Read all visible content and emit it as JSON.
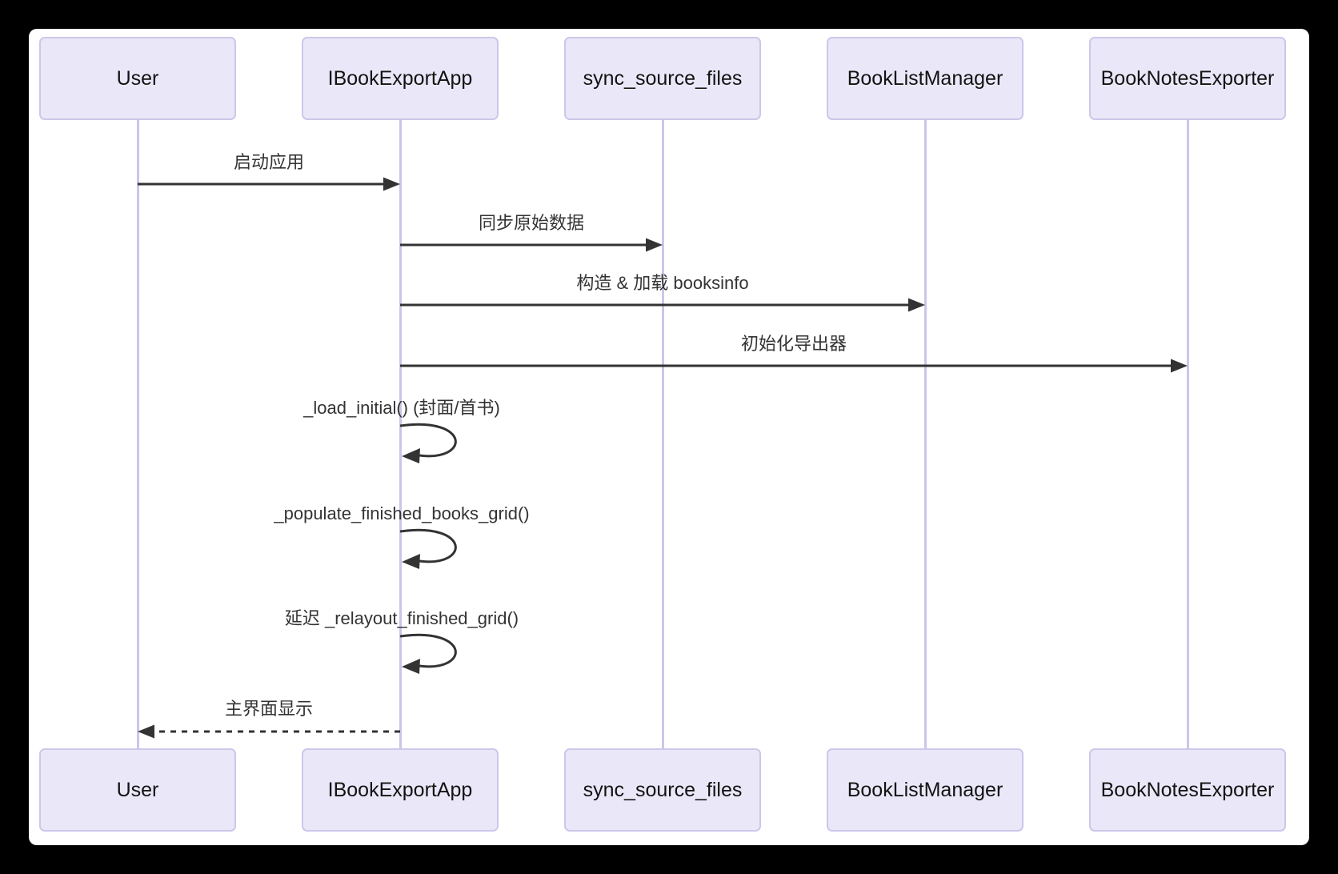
{
  "diagram_type": "sequence-diagram",
  "participants": [
    {
      "id": "user",
      "label": "User"
    },
    {
      "id": "ibookexportapp",
      "label": "IBookExportApp"
    },
    {
      "id": "sync-source-files",
      "label": "sync_source_files"
    },
    {
      "id": "booklistmanager",
      "label": "BookListManager"
    },
    {
      "id": "booknotesexporter",
      "label": "BookNotesExporter"
    }
  ],
  "messages": [
    {
      "from": "User",
      "to": "IBookExportApp",
      "label": "启动应用",
      "style": "solid"
    },
    {
      "from": "IBookExportApp",
      "to": "sync_source_files",
      "label": "同步原始数据",
      "style": "solid"
    },
    {
      "from": "IBookExportApp",
      "to": "BookListManager",
      "label": "构造 & 加载 booksinfo",
      "style": "solid"
    },
    {
      "from": "IBookExportApp",
      "to": "BookNotesExporter",
      "label": "初始化导出器",
      "style": "solid"
    },
    {
      "from": "IBookExportApp",
      "to": "IBookExportApp",
      "label": "_load_initial() (封面/首书)",
      "style": "self-loop"
    },
    {
      "from": "IBookExportApp",
      "to": "IBookExportApp",
      "label": "_populate_finished_books_grid()",
      "style": "self-loop"
    },
    {
      "from": "IBookExportApp",
      "to": "IBookExportApp",
      "label": "延迟 _relayout_finished_grid()",
      "style": "self-loop"
    },
    {
      "from": "IBookExportApp",
      "to": "User",
      "label": "主界面显示",
      "style": "dashed-return"
    }
  ],
  "colors": {
    "frame_bg": "#000000",
    "canvas_bg": "#ffffff",
    "participant_fill": "#eae8f8",
    "participant_border": "#cdc7ea",
    "lifeline": "#ccc5ea",
    "arrow": "#333333",
    "text": "#333333"
  }
}
